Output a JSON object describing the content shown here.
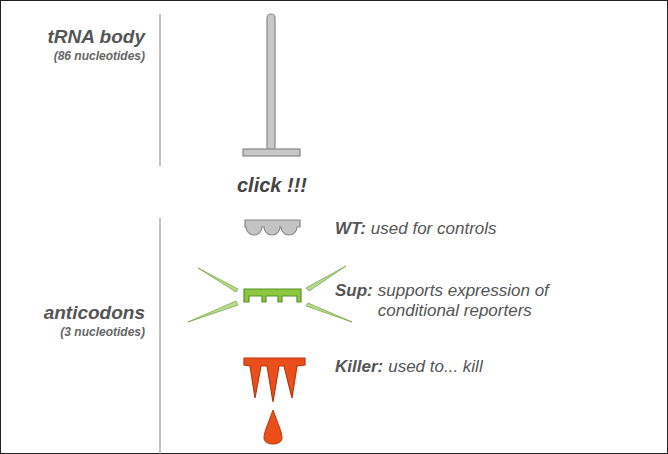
{
  "diagram": {
    "labels": [
      "tRNA body",
      "(86 nucleotides)",
      "click !!!",
      "anticodons",
      "(3 nucleotides)",
      "WT:",
      "used for controls",
      "Sup:",
      "supports expression of conditional reporters",
      "Killer:",
      "used to... kill"
    ]
  }
}
